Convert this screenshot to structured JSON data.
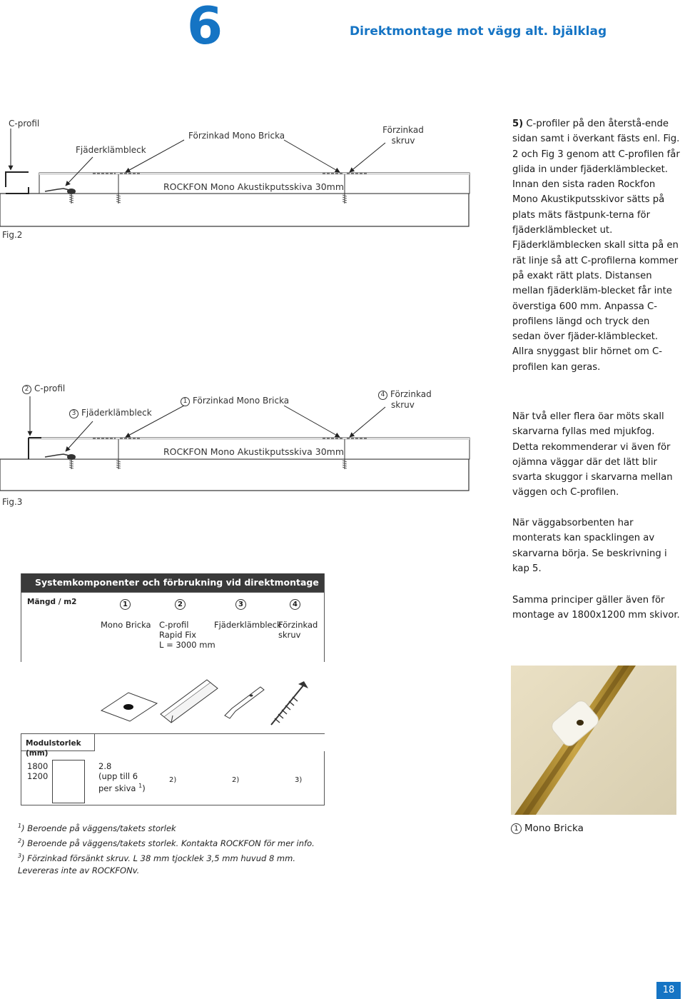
{
  "header": {
    "chapter": "6",
    "title": "Direktmontage mot vägg alt. bjälklag"
  },
  "fig2": {
    "label": "Fig.2",
    "c_profil": "C-profil",
    "fjader": "Fjäderklämbleck",
    "bricka": "Förzinkad Mono Bricka",
    "skruv_1": "Förzinkad",
    "skruv_2": "skruv",
    "panel": "ROCKFON Mono Akustikputsskiva 30mm"
  },
  "fig3": {
    "label": "Fig.3",
    "c_profil": "C-profil",
    "fjader": "Fjäderklämbleck",
    "bricka": "Förzinkad Mono Bricka",
    "skruv_1": "Förzinkad",
    "skruv_2": "skruv",
    "panel": "ROCKFON Mono Akustikputsskiva 30mm",
    "n1": "1",
    "n2": "2",
    "n3": "3",
    "n4": "4"
  },
  "body": {
    "p1_bold": "5)",
    "p1": "C-profiler på den återstå-ende sidan samt i överkant fästs enl. Fig. 2 och Fig 3 genom att C-profilen får glida in under fjäderklämblecket. Innan den sista raden Rockfon Mono Akustikputsskivor sätts på plats mäts fästpunk-terna för fjäderklämblecket ut. Fjäderklämblecken skall sitta på en rät linje så att C-profilerna kommer på exakt rätt plats. Distansen mellan fjäderkläm-blecket får inte överstiga 600 mm. Anpassa C-profilens längd och tryck den sedan över fjäder-klämblecket. Allra snyggast blir hörnet om C-profilen kan geras.",
    "p2": "När två eller flera öar möts skall skarvarna fyllas med mjukfog. Detta rekommenderar vi även för ojämna väggar där det lätt blir svarta skuggor i skarvarna mellan väggen och C-profilen.",
    "p3": "När väggabsorbenten har monterats kan spacklingen av skarvarna börja. Se beskrivning i kap 5.",
    "p4": "Samma principer gäller även för montage av 1800x1200 mm skivor."
  },
  "table": {
    "title": "Systemkomponenter och förbrukning vid direktmontage",
    "qty_label": "Mängd / m2",
    "col_nums": [
      "1",
      "2",
      "3",
      "4"
    ],
    "c1": "Mono Bricka",
    "c2_1": "C-profil",
    "c2_2": "Rapid Fix",
    "c2_3": "L = 3000 mm",
    "c3": "Fjäderklämbleck",
    "c4_1": "Förzinkad",
    "c4_2": "skruv",
    "modul_label": "Modulstorlek  (mm)",
    "modul_1": "1800",
    "modul_2": "1200",
    "v1_1": "2.8",
    "v1_2": "(upp till 6",
    "v1_3": "per skiva",
    "v1_note": "1",
    "v2": "2)",
    "v3": "2)",
    "v4": "3)"
  },
  "notes": {
    "n1_sup": "1",
    "n1": ") Beroende på väggens/takets storlek",
    "n2_sup": "2",
    "n2": ") Beroende på väggens/takets storlek. Kontakta ROCKFON för mer info.",
    "n3_sup": "3",
    "n3": ") Förzinkad försänkt skruv. L 38 mm tjocklek 3,5 mm huvud 8 mm. Levereras inte av ROCKFONv."
  },
  "photo_caption": {
    "num": "1",
    "text": "Mono Bricka"
  },
  "page_number": "18",
  "colors": {
    "accent": "#1574c4",
    "table_header": "#3a3a3a"
  }
}
